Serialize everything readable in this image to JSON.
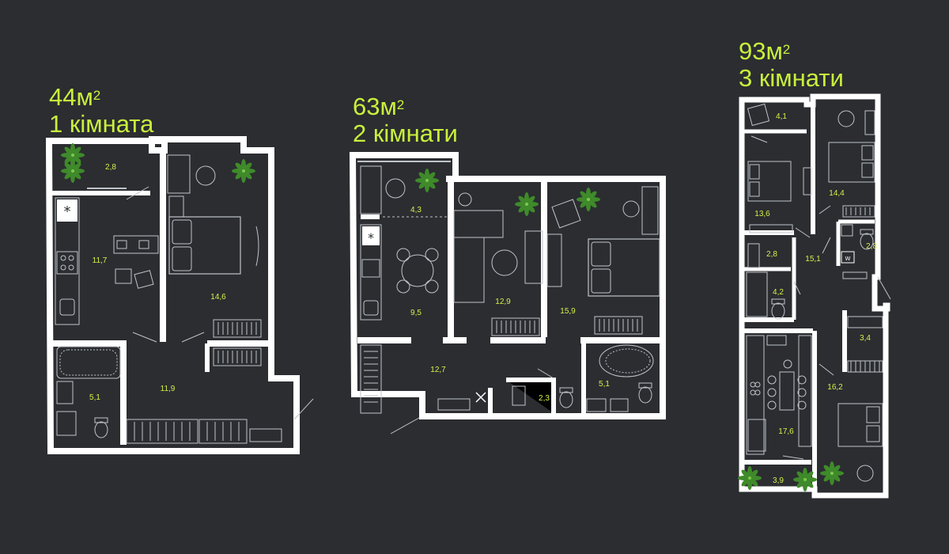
{
  "colors": {
    "background": "#2b2d31",
    "accent": "#c9f03c",
    "wall": "#ffffff",
    "floor": "#2b2d31",
    "furniture": "#bfc3c8",
    "plant": "#3f8a2a"
  },
  "plans": [
    {
      "area": "44м",
      "sup": "2",
      "rooms_label": "1 кімната",
      "room_areas": [
        "2,8",
        "11,7",
        "14,6",
        "5,1",
        "11,9"
      ]
    },
    {
      "area": "63м",
      "sup": "2",
      "rooms_label": "2 кімнати",
      "room_areas": [
        "4,3",
        "9,5",
        "12,9",
        "15,9",
        "12,7",
        "2,3",
        "5,1"
      ]
    },
    {
      "area": "93м",
      "sup": "2",
      "rooms_label": "3 кімнати",
      "room_areas": [
        "4,1",
        "13,6",
        "14,4",
        "2,8",
        "15,1",
        "2,8",
        "4,2",
        "3,4",
        "16,2",
        "17,6",
        "3,9"
      ]
    }
  ]
}
